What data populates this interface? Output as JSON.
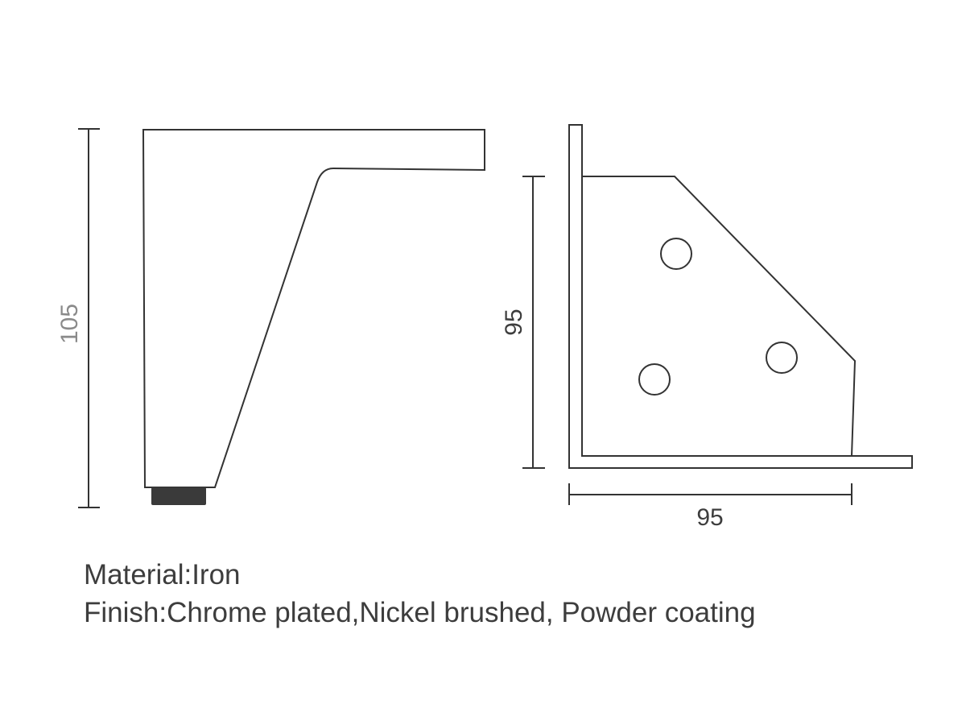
{
  "dimensions": {
    "leg_height": "105",
    "bracket_height": "95",
    "bracket_width": "95"
  },
  "specs": {
    "material": "Material:Iron",
    "finish": "Finish:Chrome plated,Nickel brushed, Powder coating"
  },
  "colors": {
    "line": "#333333",
    "dimension_text_light": "#8a8a8a",
    "dimension_text": "#3d3d3d",
    "foot_pad": "#3a3a3a"
  }
}
